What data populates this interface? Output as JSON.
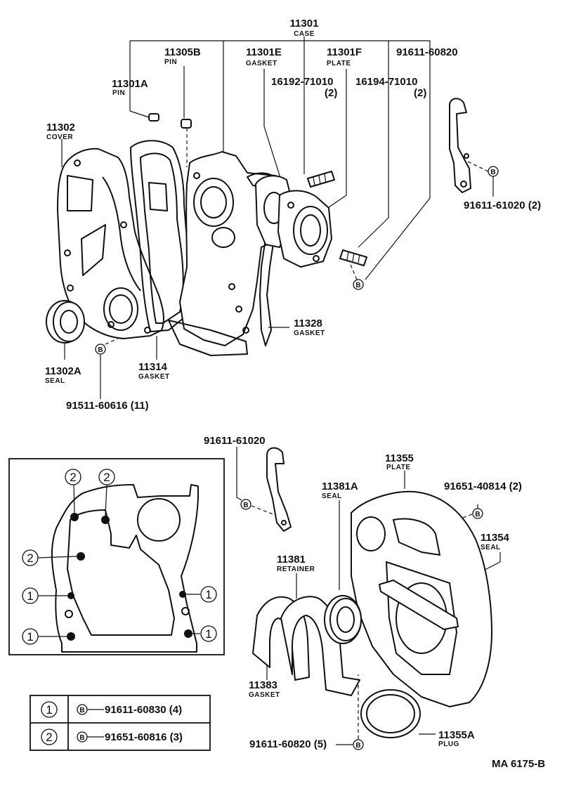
{
  "labels": {
    "case": {
      "pn": "11301",
      "name": "CASE"
    },
    "pin_a": {
      "pn": "11301A",
      "name": "PIN"
    },
    "pin_b": {
      "pn": "11305B",
      "name": "PIN"
    },
    "gasket_e": {
      "pn": "11301E",
      "name": "GASKET"
    },
    "plate_f": {
      "pn": "11301F",
      "name": "PLATE"
    },
    "bolt_top": {
      "pn": "91611-60820"
    },
    "stud_1": {
      "pn": "16192-71010",
      "qty": "(2)"
    },
    "stud_2": {
      "pn": "16194-71010",
      "qty": "(2)"
    },
    "cover": {
      "pn": "11302",
      "name": "COVER"
    },
    "bracket_bolt": {
      "pn": "91611-61020 (2)"
    },
    "gasket_28": {
      "pn": "11328",
      "name": "GASKET"
    },
    "seal_a": {
      "pn": "11302A",
      "name": "SEAL"
    },
    "gasket_14": {
      "pn": "11314",
      "name": "GASKET"
    },
    "bolt_bottom": {
      "pn": "91511-60616 (11)"
    },
    "bolt_lower_bracket": {
      "pn": "91611-61020"
    },
    "plate_55": {
      "pn": "11355",
      "name": "PLATE"
    },
    "seal_81a": {
      "pn": "11381A",
      "name": "SEAL"
    },
    "bolt_plate": {
      "pn": "91651-40814 (2)"
    },
    "seal_54": {
      "pn": "11354",
      "name": "SEAL"
    },
    "retainer": {
      "pn": "11381",
      "name": "RETAINER"
    },
    "gasket_83": {
      "pn": "11383",
      "name": "GASKET"
    },
    "plug": {
      "pn": "11355A",
      "name": "PLUG"
    },
    "bolt_retainer": {
      "pn": "91611-60820 (5)"
    },
    "figure_id": "MA 6175-B"
  },
  "bolt_marker": "B",
  "legend": [
    {
      "mark": "1",
      "part": "91611-60830 (4)"
    },
    {
      "mark": "2",
      "part": "91651-60816 (3)"
    }
  ],
  "callout_marks": [
    "2",
    "2",
    "2",
    "1",
    "1",
    "1",
    "1"
  ]
}
